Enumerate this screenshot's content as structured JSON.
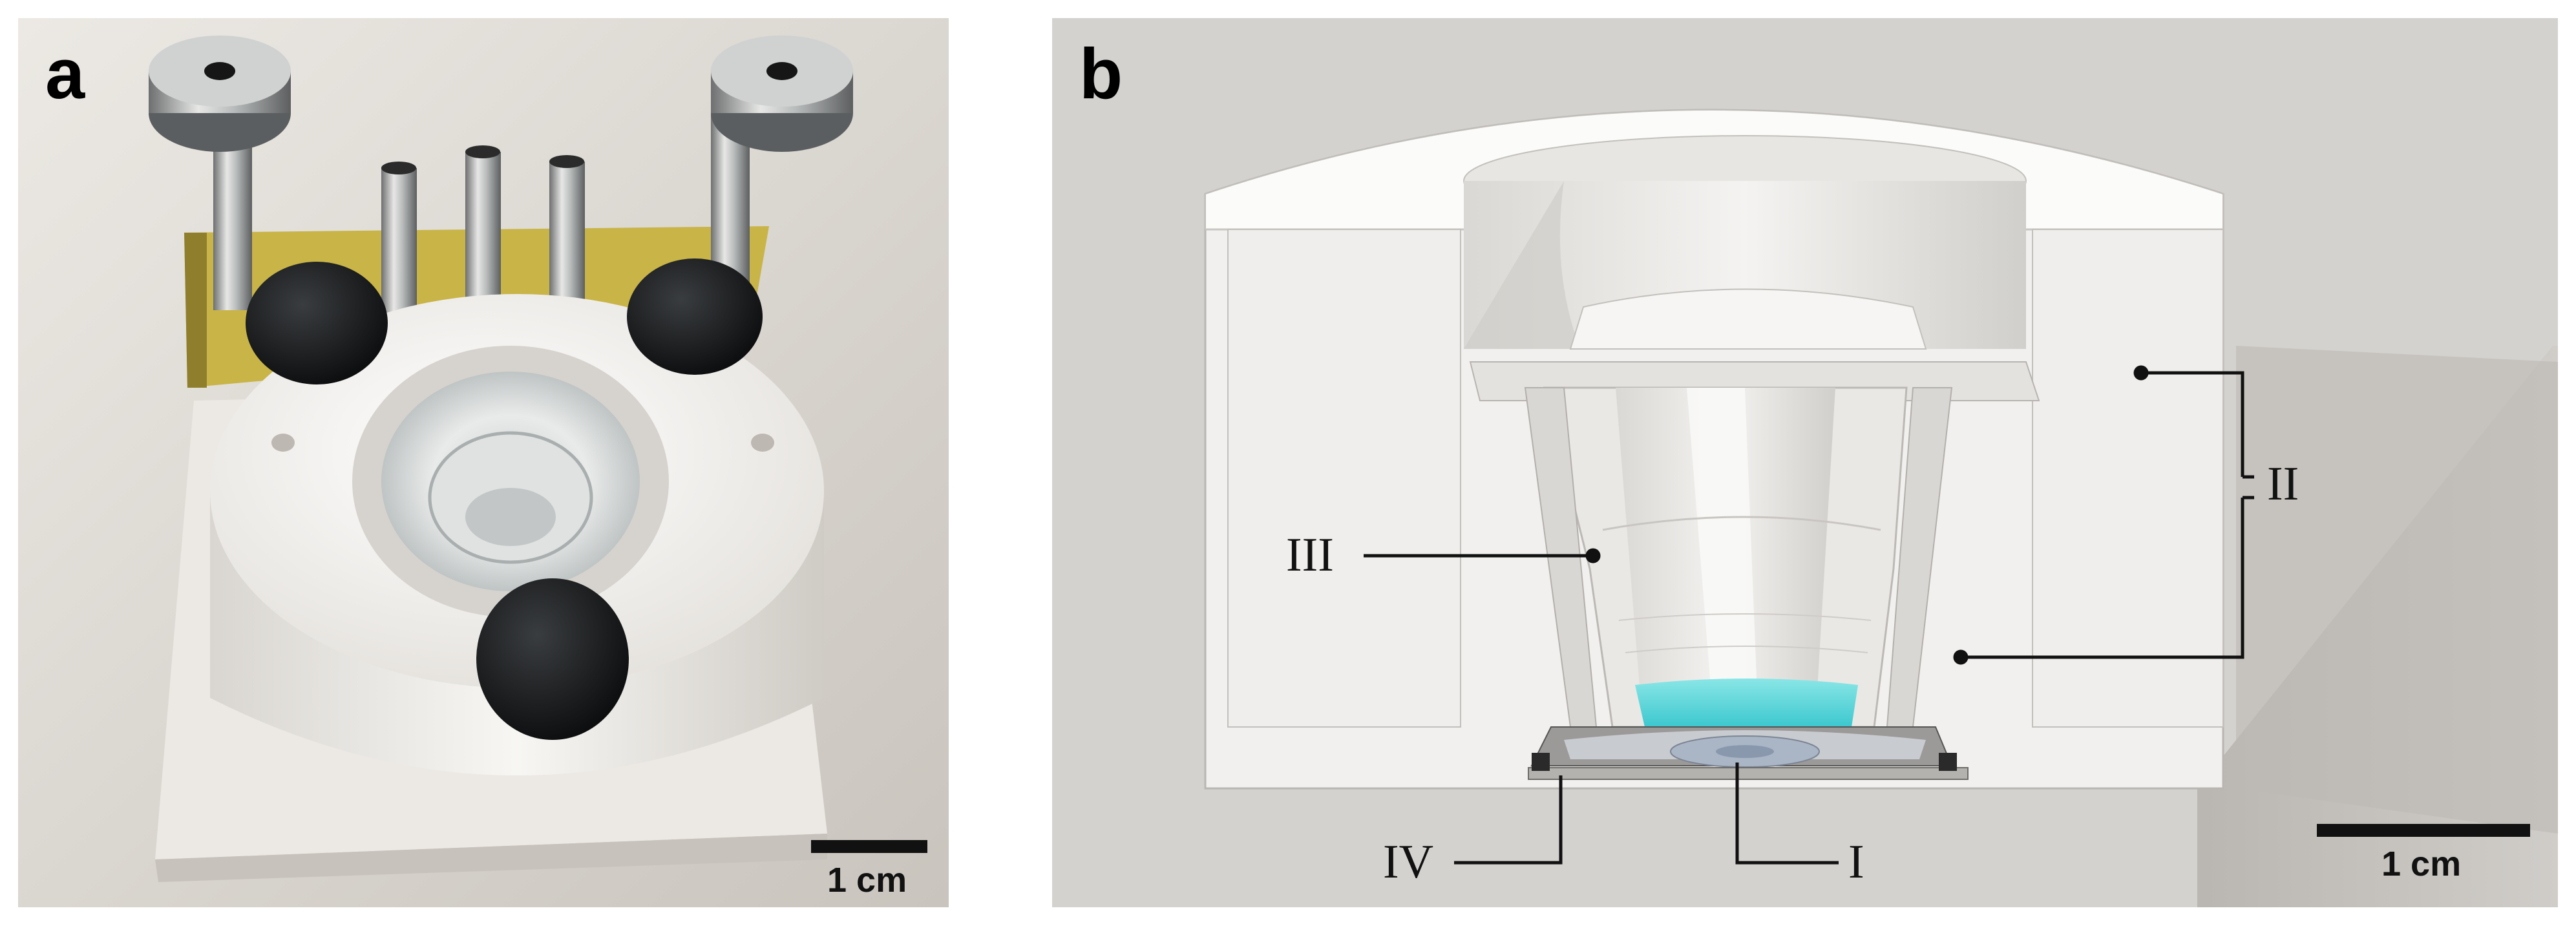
{
  "figure": {
    "panel_a": {
      "letter": "a",
      "scale_bar": "1 cm"
    },
    "panel_b": {
      "letter": "b",
      "scale_bar": "1 cm",
      "callouts": {
        "I": "I",
        "II": "II",
        "III": "III",
        "IV": "IV"
      },
      "colors": {
        "background": "#d4d2cf",
        "body": "#f1f0ee",
        "liquid": "#5fd8dc",
        "lines": "#111111"
      }
    }
  }
}
